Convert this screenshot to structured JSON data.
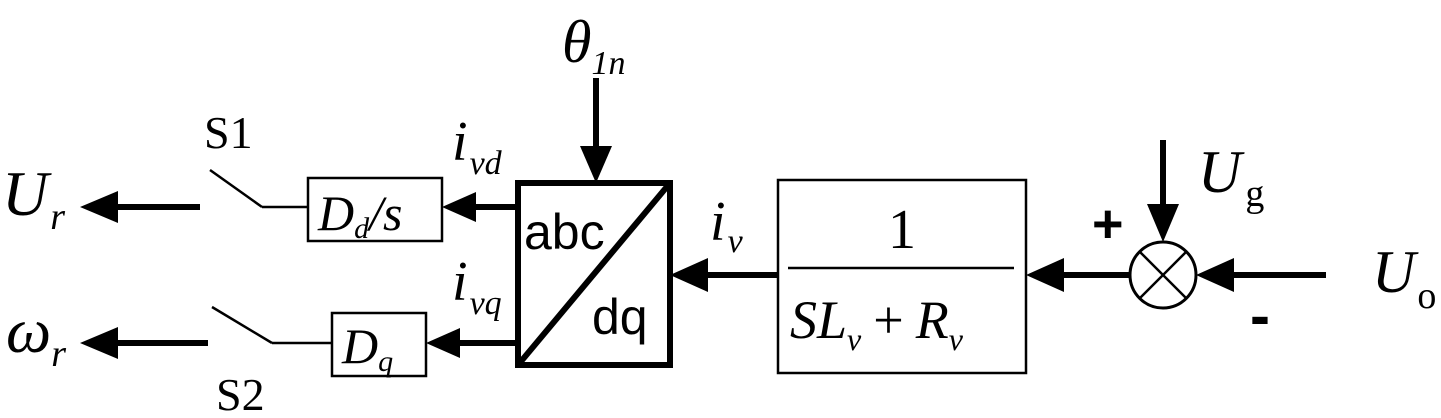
{
  "signals": {
    "output_ur": {
      "base": "U",
      "sub": "r"
    },
    "output_wr": {
      "base": "ω",
      "sub": "r"
    },
    "angle": {
      "base": "θ",
      "sub": "1n"
    },
    "ivd": {
      "base": "i",
      "sub": "vd"
    },
    "ivq": {
      "base": "i",
      "sub": "vq"
    },
    "iv": {
      "base": "i",
      "sub": "v"
    },
    "ug": {
      "base": "U",
      "sub": "g"
    },
    "uo": {
      "base": "U",
      "sub": "o"
    }
  },
  "switches": {
    "s1": "S1",
    "s2": "S2"
  },
  "blocks": {
    "dd": {
      "base": "D",
      "sub": "d",
      "tail": "/s"
    },
    "dq": {
      "base": "D",
      "sub": "q"
    },
    "transform": {
      "top": "abc",
      "bottom": "dq"
    },
    "transfer": {
      "numerator": "1",
      "den_s": "S",
      "den_l": "L",
      "den_l_sub": "v",
      "den_plus": "+",
      "den_r": "R",
      "den_r_sub": "v"
    }
  },
  "summing": {
    "plus": "+",
    "minus": "-"
  }
}
